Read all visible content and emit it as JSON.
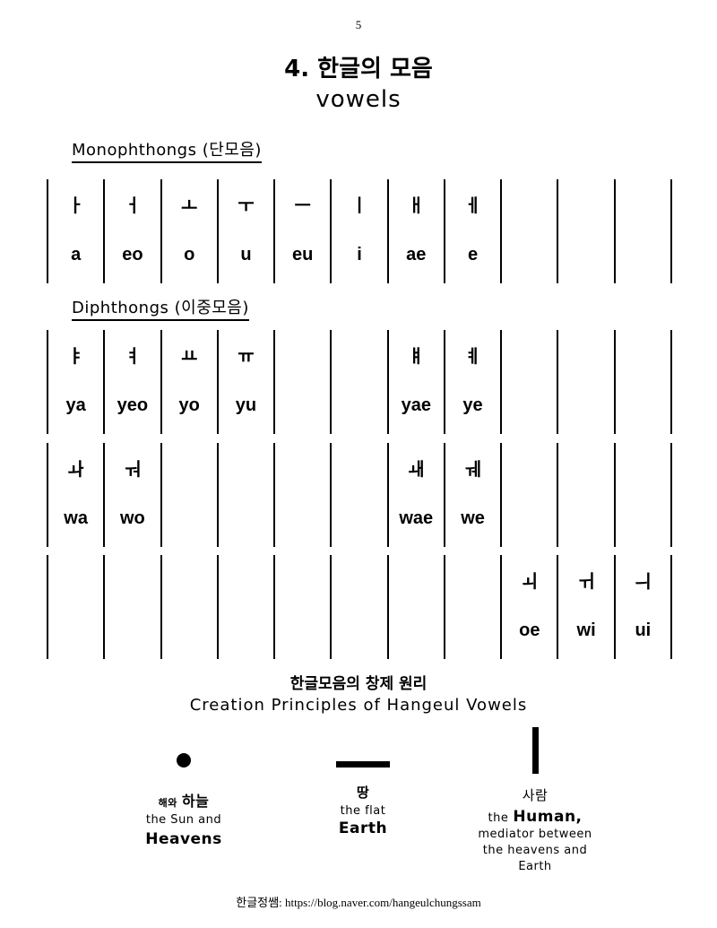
{
  "page_number": "5",
  "title_korean": "4. 한글의 모음",
  "title_english": "vowels",
  "monophthongs": {
    "label": "Monophthongs (단모음)",
    "cells": [
      {
        "ko": "ㅏ",
        "ro": "a"
      },
      {
        "ko": "ㅓ",
        "ro": "eo"
      },
      {
        "ko": "ㅗ",
        "ro": "o"
      },
      {
        "ko": "ㅜ",
        "ro": "u"
      },
      {
        "ko": "ㅡ",
        "ro": "eu"
      },
      {
        "ko": "ㅣ",
        "ro": "i"
      },
      {
        "ko": "ㅐ",
        "ro": "ae"
      },
      {
        "ko": "ㅔ",
        "ro": "e"
      },
      {
        "ko": "",
        "ro": ""
      },
      {
        "ko": "",
        "ro": ""
      },
      {
        "ko": "",
        "ro": ""
      }
    ]
  },
  "diphthongs": {
    "label": "Diphthongs (이중모음)",
    "rows": [
      [
        {
          "ko": "ㅑ",
          "ro": "ya"
        },
        {
          "ko": "ㅕ",
          "ro": "yeo"
        },
        {
          "ko": "ㅛ",
          "ro": "yo"
        },
        {
          "ko": "ㅠ",
          "ro": "yu"
        },
        {
          "ko": "",
          "ro": ""
        },
        {
          "ko": "",
          "ro": ""
        },
        {
          "ko": "ㅒ",
          "ro": "yae"
        },
        {
          "ko": "ㅖ",
          "ro": "ye"
        },
        {
          "ko": "",
          "ro": ""
        },
        {
          "ko": "",
          "ro": ""
        },
        {
          "ko": "",
          "ro": ""
        }
      ],
      [
        {
          "ko": "ㅘ",
          "ro": "wa"
        },
        {
          "ko": "ㅝ",
          "ro": "wo"
        },
        {
          "ko": "",
          "ro": ""
        },
        {
          "ko": "",
          "ro": ""
        },
        {
          "ko": "",
          "ro": ""
        },
        {
          "ko": "",
          "ro": ""
        },
        {
          "ko": "ㅙ",
          "ro": "wae"
        },
        {
          "ko": "ㅞ",
          "ro": "we"
        },
        {
          "ko": "",
          "ro": ""
        },
        {
          "ko": "",
          "ro": ""
        },
        {
          "ko": "",
          "ro": ""
        }
      ],
      [
        {
          "ko": "",
          "ro": ""
        },
        {
          "ko": "",
          "ro": ""
        },
        {
          "ko": "",
          "ro": ""
        },
        {
          "ko": "",
          "ro": ""
        },
        {
          "ko": "",
          "ro": ""
        },
        {
          "ko": "",
          "ro": ""
        },
        {
          "ko": "",
          "ro": ""
        },
        {
          "ko": "",
          "ro": ""
        },
        {
          "ko": "ㅚ",
          "ro": "oe"
        },
        {
          "ko": "ㅟ",
          "ro": "wi"
        },
        {
          "ko": "ㅢ",
          "ro": "ui"
        }
      ]
    ]
  },
  "principles": {
    "title_korean": "한글모음의 창제 원리",
    "title_english": "Creation Principles of Hangeul Vowels",
    "items": [
      {
        "symbol": "dot",
        "korean_small": "해와",
        "korean": "하늘",
        "line1": "the Sun and",
        "bold": "Heavens"
      },
      {
        "symbol": "horizontal-bar",
        "korean": "땅",
        "line1": "the flat",
        "bold": "Earth"
      },
      {
        "symbol": "vertical-bar",
        "korean": "사람",
        "prefix": "the",
        "bold_inline": "Human,",
        "line2": "mediator between",
        "line3": "the heavens and",
        "line4": "Earth"
      }
    ]
  },
  "footer": "한글정쌤: https://blog.naver.com/hangeulchungssam"
}
